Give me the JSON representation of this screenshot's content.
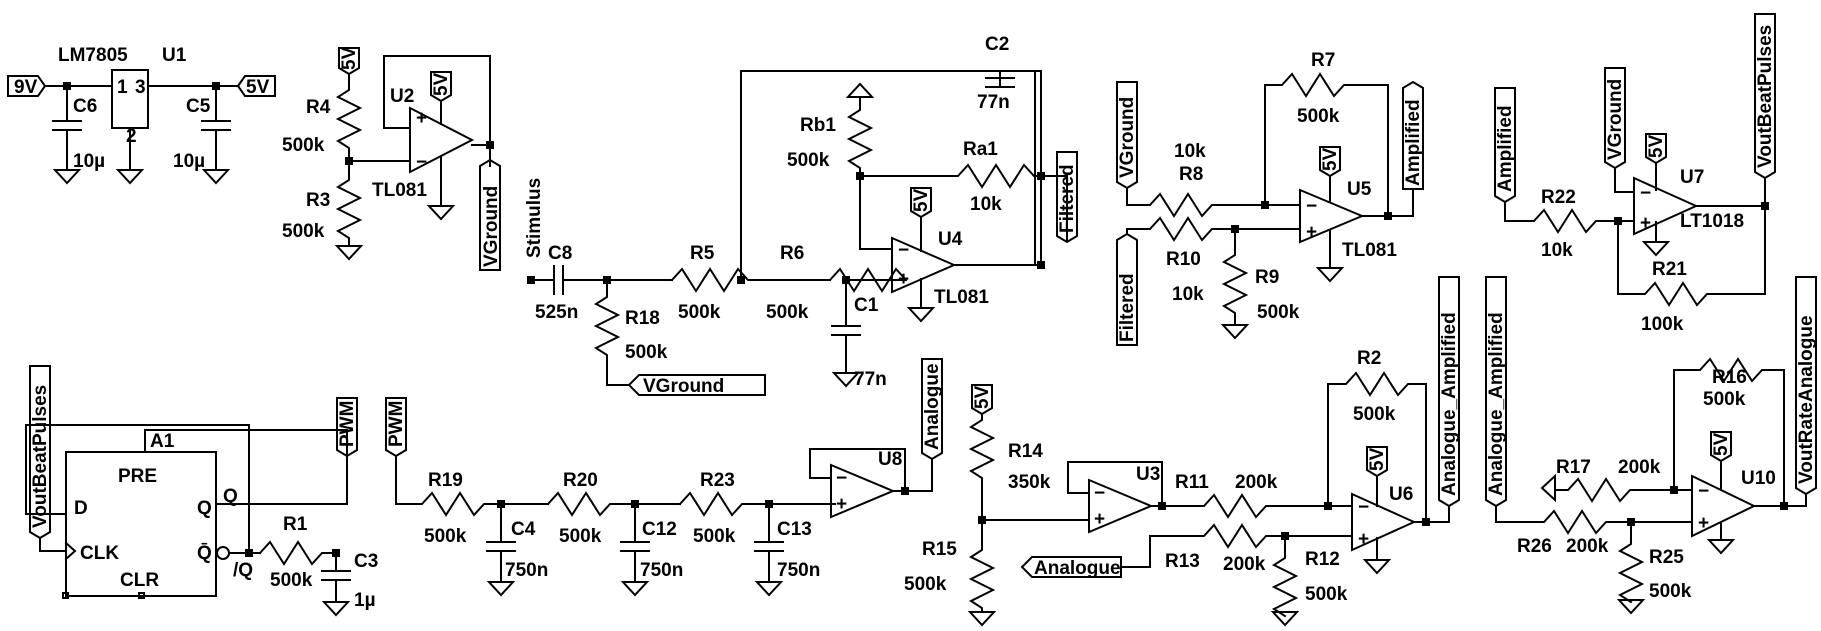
{
  "schematic": {
    "nets": {
      "9V": "9V",
      "5V": "5V",
      "VGround": "VGround",
      "Stimulus": "Stimulus",
      "Filtered": "Filtered",
      "Amplified": "Amplified",
      "VoutBeatPulses": "VoutBeatPulses",
      "PWM": "PWM",
      "Analogue": "Analogue",
      "Analogue_Amplified": "Analogue_Amplified",
      "VoutRateAnalogue": "VoutRateAnalogue"
    },
    "components": {
      "U1": {
        "ref": "U1",
        "value": "LM7805",
        "pin1": "1",
        "pin2": "2",
        "pin3": "3"
      },
      "C6": {
        "ref": "C6",
        "value": "10µ"
      },
      "C5": {
        "ref": "C5",
        "value": "10µ"
      },
      "U2": {
        "ref": "U2",
        "value": "TL081"
      },
      "R4": {
        "ref": "R4",
        "value": "500k"
      },
      "R3": {
        "ref": "R3",
        "value": "500k"
      },
      "C8": {
        "ref": "C8",
        "value": "525n"
      },
      "R18": {
        "ref": "R18",
        "value": "500k"
      },
      "R5": {
        "ref": "R5",
        "value": "500k"
      },
      "R6": {
        "ref": "R6",
        "value": "500k"
      },
      "C1": {
        "ref": "C1",
        "value": "77n"
      },
      "C2": {
        "ref": "C2",
        "value": "77n"
      },
      "Rb1": {
        "ref": "Rb1",
        "value": "500k"
      },
      "Ra1": {
        "ref": "Ra1",
        "value": "10k"
      },
      "U4": {
        "ref": "U4",
        "value": "TL081"
      },
      "R8": {
        "ref": "R8",
        "value": "10k"
      },
      "R10": {
        "ref": "R10",
        "value": "10k"
      },
      "R9": {
        "ref": "R9",
        "value": "500k"
      },
      "R7": {
        "ref": "R7",
        "value": "500k"
      },
      "U5": {
        "ref": "U5",
        "value": "TL081"
      },
      "R22": {
        "ref": "R22",
        "value": "10k"
      },
      "R21": {
        "ref": "R21",
        "value": "100k"
      },
      "U7": {
        "ref": "U7",
        "value": "LT1018"
      },
      "A1": {
        "ref": "A1",
        "pre": "PRE",
        "clr": "CLR",
        "d": "D",
        "clk": "CLK",
        "q": "Q",
        "qbar": "Q̄",
        "qout": "Q",
        "nq": "/Q"
      },
      "R1": {
        "ref": "R1",
        "value": "500k"
      },
      "C3": {
        "ref": "C3",
        "value": "1µ"
      },
      "R19": {
        "ref": "R19",
        "value": "500k"
      },
      "C4": {
        "ref": "C4",
        "value": "750n"
      },
      "R20": {
        "ref": "R20",
        "value": "500k"
      },
      "C12": {
        "ref": "C12",
        "value": "750n"
      },
      "R23": {
        "ref": "R23",
        "value": "500k"
      },
      "C13": {
        "ref": "C13",
        "value": "750n"
      },
      "U8": {
        "ref": "U8"
      },
      "R14": {
        "ref": "R14",
        "value": "350k"
      },
      "R15": {
        "ref": "R15",
        "value": "500k"
      },
      "U3": {
        "ref": "U3"
      },
      "R11": {
        "ref": "R11",
        "value": "200k"
      },
      "R13": {
        "ref": "R13",
        "value": "200k"
      },
      "R12": {
        "ref": "R12",
        "value": "500k"
      },
      "R2": {
        "ref": "R2",
        "value": "500k"
      },
      "U6": {
        "ref": "U6"
      },
      "R17": {
        "ref": "R17",
        "value": "200k"
      },
      "R26": {
        "ref": "R26",
        "value": "200k"
      },
      "R25": {
        "ref": "R25",
        "value": "500k"
      },
      "R16": {
        "ref": "R16",
        "value": "500k"
      },
      "U10": {
        "ref": "U10"
      }
    },
    "opamp_signs": {
      "minus": "−",
      "plus": "+"
    }
  }
}
